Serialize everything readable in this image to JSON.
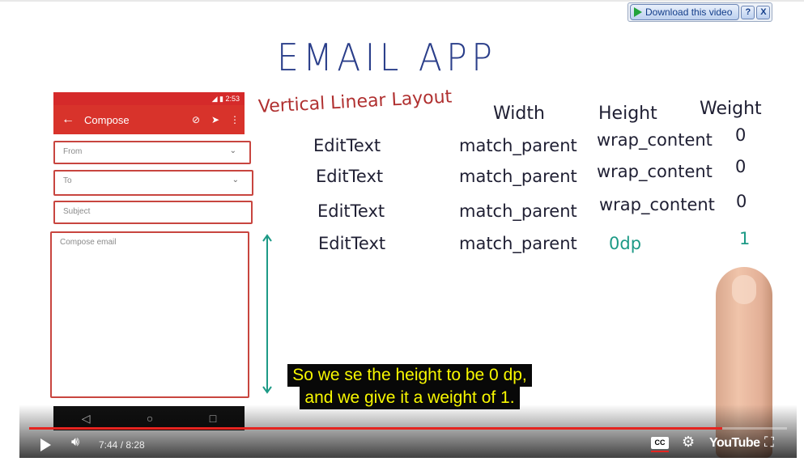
{
  "download_widget": {
    "download_label": "Download this video",
    "help_label": "?",
    "close_label": "X"
  },
  "slide": {
    "title": "EMAIL APP",
    "subtitle": "Vertical Linear Layout",
    "columns": {
      "width": "Width",
      "height": "Height",
      "weight": "Weight"
    },
    "rows": [
      {
        "view": "EditText",
        "width": "match_parent",
        "height": "wrap_content",
        "weight": "0"
      },
      {
        "view": "EditText",
        "width": "match_parent",
        "height": "wrap_content",
        "weight": "0"
      },
      {
        "view": "EditText",
        "width": "match_parent",
        "height": "wrap_content",
        "weight": "0"
      },
      {
        "view": "EditText",
        "width": "match_parent",
        "height": "0dp",
        "weight": "1"
      }
    ]
  },
  "phone": {
    "status_time": "2:53",
    "appbar_title": "Compose",
    "fields": {
      "from": "From",
      "to": "To",
      "subject": "Subject",
      "body": "Compose email"
    },
    "nav": {
      "back": "◁",
      "home": "○",
      "recents": "□"
    }
  },
  "captions": {
    "line1": "So we se the height to be 0 dp,",
    "line2": "and we give it a weight of 1."
  },
  "player": {
    "time_display": "7:44 / 8:28",
    "progress_fraction": 0.915,
    "cc_label": "CC",
    "logo": "YouTube",
    "accent_color": "#e52420"
  },
  "colors": {
    "title": "#2a3e8a",
    "subtitle": "#b03030",
    "highlight_green": "#1d9a86",
    "phone_red": "#d8332b",
    "caption_text": "#f8f800"
  }
}
